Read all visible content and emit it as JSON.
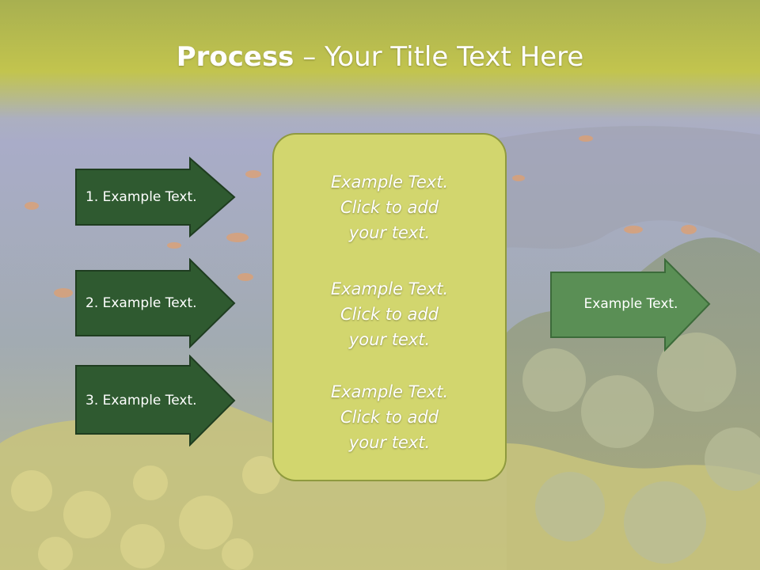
{
  "title": {
    "bold": "Process",
    "rest": " – Your Title Text Here"
  },
  "left_items": [
    {
      "label": "1. Example Text."
    },
    {
      "label": "2. Example Text."
    },
    {
      "label": "3. Example Text."
    }
  ],
  "center_box": {
    "paragraphs": [
      "Example Text.\nClick  to add\nyour text.",
      "Example Text.\nClick  to add\nyour text.",
      "Example Text.\nClick  to add\nyour text."
    ]
  },
  "right_item": {
    "label": "Example Text."
  },
  "colors": {
    "left_arrow_fill": "#2f5a30",
    "right_arrow_fill": "#5a8f55",
    "center_box_fill": "#d2d66e",
    "title_band": "#bcc04c"
  }
}
